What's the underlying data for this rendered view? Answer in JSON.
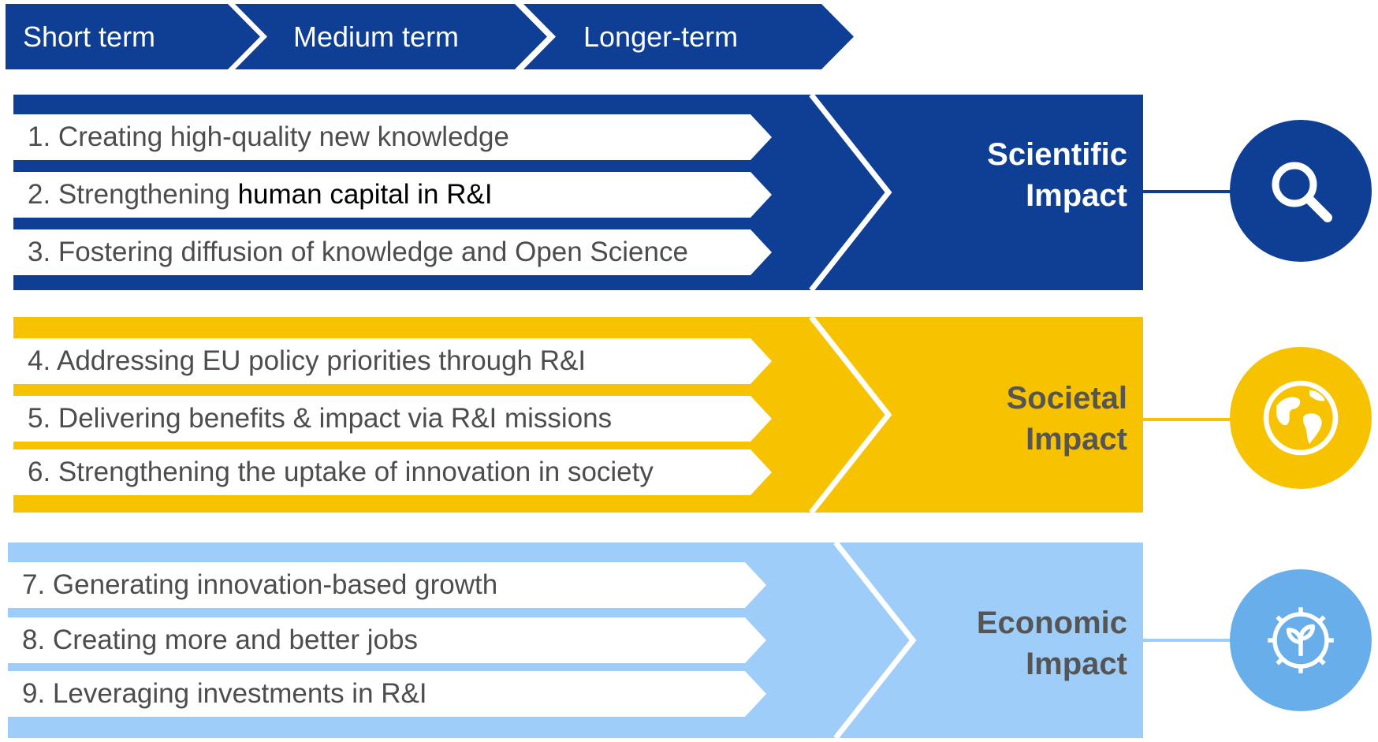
{
  "timeline": [
    "Short term",
    "Medium term",
    "Longer-term"
  ],
  "colors": {
    "scientific": "#0e3f94",
    "societal": "#f7c200",
    "economic": "#9fcdf9"
  },
  "scientific": {
    "rows": [
      {
        "text": "1. Creating high-quality new knowledge"
      },
      {
        "pre": "2. Strengthening ",
        "hl": "human capital in R&I"
      },
      {
        "text": "3. Fostering diffusion of knowledge and Open Science"
      }
    ],
    "impact_line1": "Scientific",
    "impact_line2": "Impact",
    "icon": "search-icon"
  },
  "societal": {
    "rows": [
      {
        "text": "4. Addressing EU policy priorities through R&I"
      },
      {
        "text": "5. Delivering benefits & impact via R&I missions"
      },
      {
        "text": "6. Strengthening the uptake of innovation in society"
      }
    ],
    "impact_line1": "Societal",
    "impact_line2": "Impact",
    "icon": "globe-icon"
  },
  "economic": {
    "rows": [
      {
        "text": "7. Generating innovation-based growth"
      },
      {
        "text": "8. Creating more and better jobs"
      },
      {
        "text": "9. Leveraging investments in R&I"
      }
    ],
    "impact_line1": "Economic",
    "impact_line2": "Impact",
    "icon": "gear-sprout-icon"
  }
}
